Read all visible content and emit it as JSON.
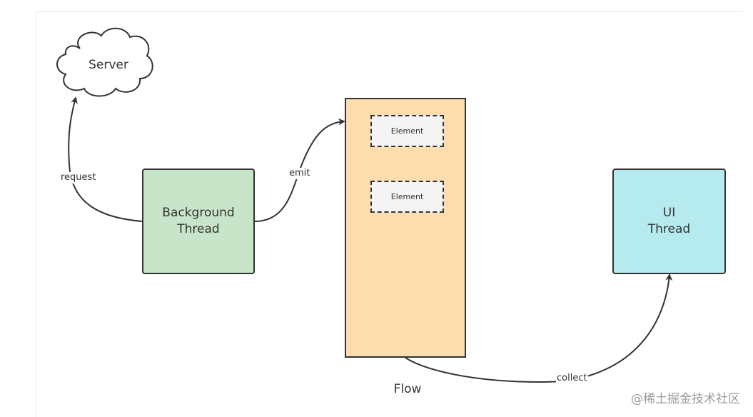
{
  "nodes": {
    "server": "Server",
    "background_thread": [
      "Background",
      "Thread"
    ],
    "flow": {
      "caption": "Flow",
      "elements": [
        "Element",
        "Element"
      ]
    },
    "ui_thread": [
      "UI",
      "Thread"
    ]
  },
  "edges": {
    "request": "request",
    "emit": "emit",
    "collect": "collect"
  },
  "watermark": "@稀土掘金技术社区",
  "colors": {
    "background_thread_fill": "#c9e5c9",
    "flow_fill": "#fddcad",
    "ui_thread_fill": "#b5eaef",
    "element_fill": "#f4f4f4",
    "stroke": "#333333"
  }
}
